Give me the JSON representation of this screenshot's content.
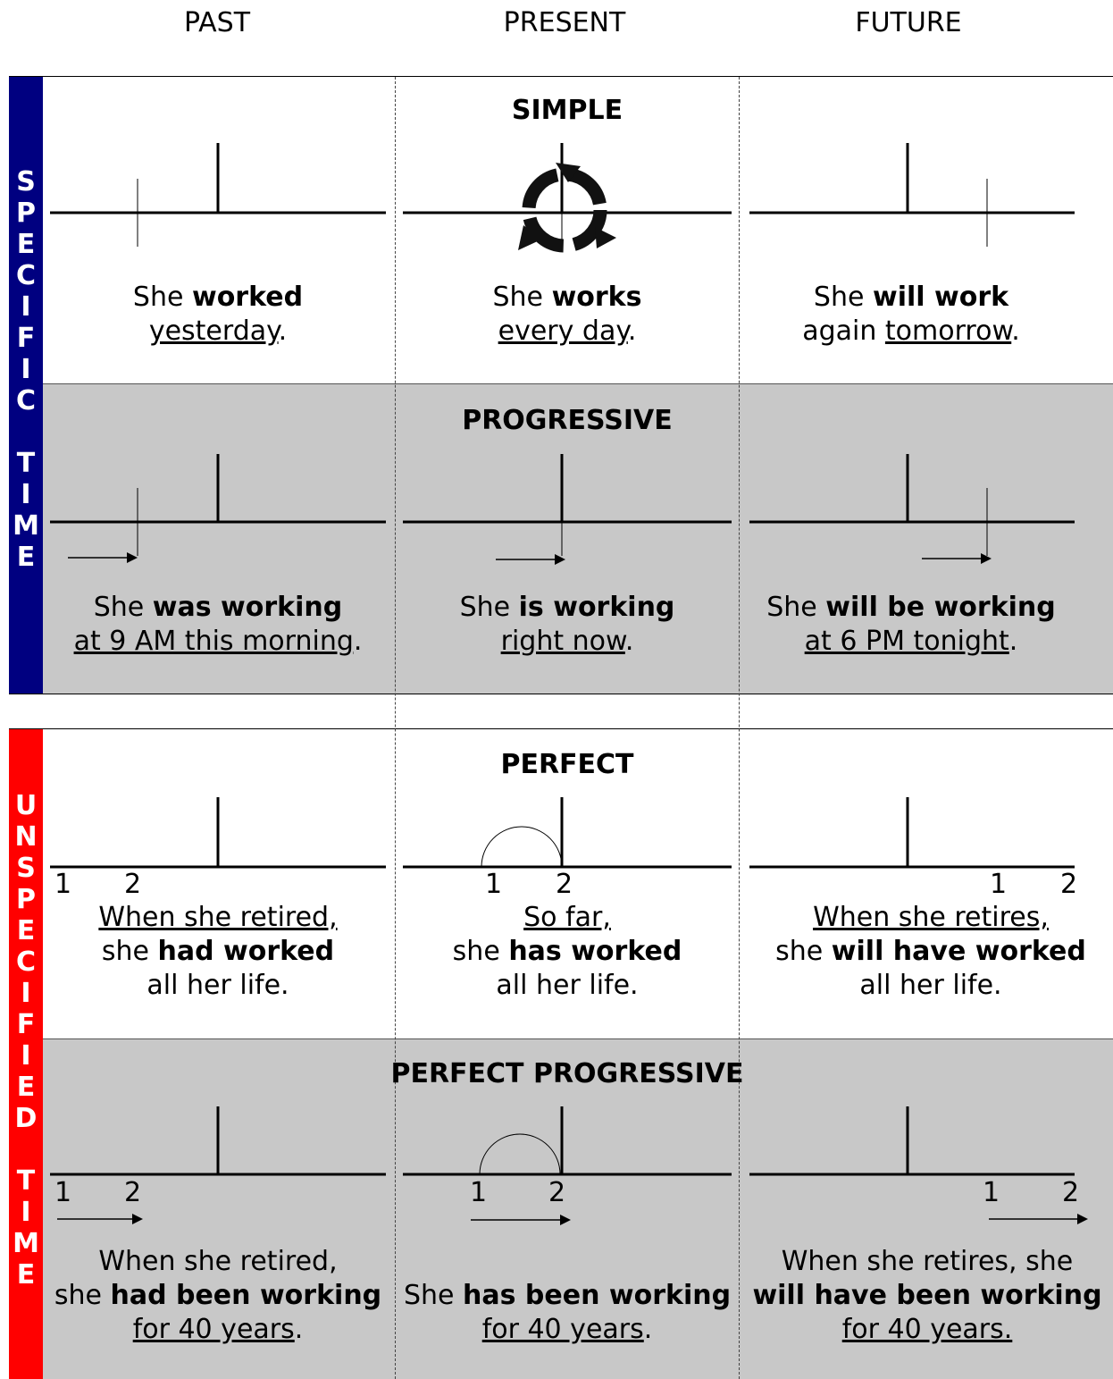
{
  "columns": [
    "PAST",
    "PRESENT",
    "FUTURE"
  ],
  "bands": {
    "specific": {
      "letters": [
        "S",
        "P",
        "E",
        "C",
        "I",
        "F",
        "I",
        "C",
        "",
        "T",
        "I",
        "M",
        "E"
      ],
      "color": "#000080"
    },
    "unspecified": {
      "letters": [
        "U",
        "N",
        "S",
        "P",
        "E",
        "C",
        "I",
        "F",
        "I",
        "E",
        "D",
        "",
        "T",
        "I",
        "M",
        "E"
      ],
      "color": "#ff0000"
    }
  },
  "rows": {
    "simple": {
      "title": "SIMPLE",
      "past": {
        "pre": "She ",
        "bold": "worked",
        "post": "",
        "line2_pre": "",
        "line2_u": "yesterday",
        "line2_post": "."
      },
      "present": {
        "pre": "She ",
        "bold": "works",
        "post": "",
        "line2_pre": "",
        "line2_u": "every day",
        "line2_post": "."
      },
      "future": {
        "pre": "She ",
        "bold": "will work",
        "post": "",
        "line2_pre": "again ",
        "line2_u": "tomorrow",
        "line2_post": "."
      }
    },
    "progressive": {
      "title": "PROGRESSIVE",
      "past": {
        "pre": "She ",
        "bold": "was working",
        "line2_u": "at 9 AM this morning",
        "line2_post": "."
      },
      "present": {
        "pre": "She ",
        "bold": "is working",
        "line2_u": "right now",
        "line2_post": "."
      },
      "future": {
        "pre": "She ",
        "bold": "will be working",
        "line2_u": "at 6 PM tonight",
        "line2_post": "."
      }
    },
    "perfect": {
      "title": "PERFECT",
      "past": {
        "line1_u": "When she retired,",
        "pre": "she ",
        "bold": "had worked",
        "line3": "all her life."
      },
      "present": {
        "line1_u": "So far,",
        "pre": "she ",
        "bold": "has worked",
        "line3": "all her life."
      },
      "future": {
        "line1_u": "When she retires,",
        "pre": "she ",
        "bold": "will have worked",
        "line3": "all her life."
      }
    },
    "perfect_progressive": {
      "title": "PERFECT PROGRESSIVE",
      "past": {
        "line1": "When she retired,",
        "pre": "she ",
        "bold": "had been working",
        "line3_u": "for 40 years",
        "line3_post": "."
      },
      "present": {
        "pre": "She ",
        "bold": "has been working",
        "line3_u": "for 40 years",
        "line3_post": "."
      },
      "future": {
        "line1": "When she retires, she",
        "bold": "will have been working",
        "line3_u": "for 40 years."
      }
    }
  },
  "axis_labels": {
    "one": "1",
    "two": "2"
  }
}
